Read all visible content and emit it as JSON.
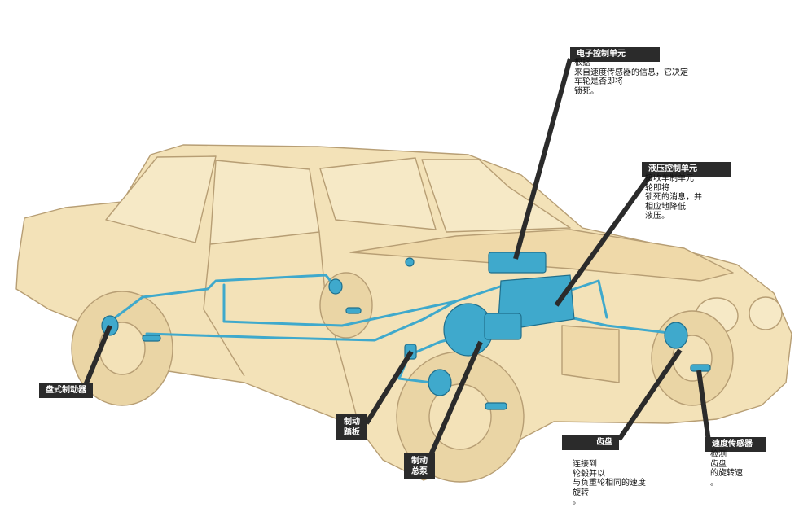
{
  "labels": {
    "ecu": {
      "title": "电子控制单元",
      "text": "根据\n来自速度传感器的信息，它决定\n车轮是否即将\n锁死。"
    },
    "hydraulic_unit": {
      "title": "液压控制单元",
      "text": "接收车制单元\n轮即将\n锁死的消息，并\n相应地降低\n液压。"
    },
    "disc_brake": {
      "title": "盘式制动器"
    },
    "brake_pedal": {
      "title": "制动\n踏板"
    },
    "master_cylinder": {
      "title": "制动\n总泵"
    },
    "toothed_disc": {
      "title": "齿盘",
      "text": "连接到\n轮毂并以\n与负重轮相同的速度\n旋转\n。"
    },
    "speed_sensor": {
      "title": "速度传感器",
      "text": "检测\n齿盘\n的旋转速\n。"
    }
  },
  "colors": {
    "car_body": "#f3e2b8",
    "car_outline": "#b79e74",
    "abs_component": "#3fa9cc",
    "label_bg": "#2b2b2b"
  }
}
